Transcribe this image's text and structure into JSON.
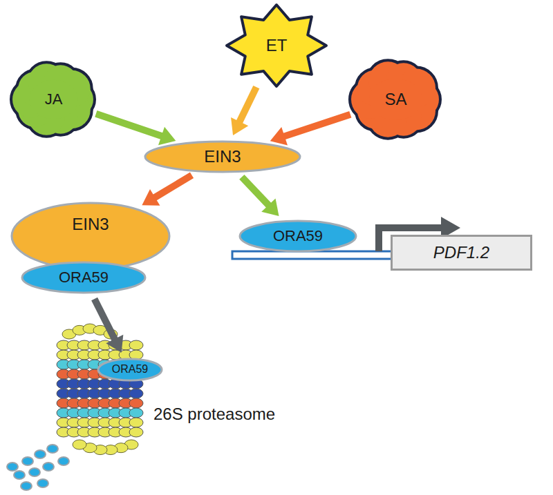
{
  "diagram": {
    "nodes": [
      {
        "text": [
          "JA"
        ]
      },
      {
        "text": [
          "ET"
        ]
      },
      {
        "text": [
          "SA"
        ]
      },
      {
        "text": [
          "EIN3"
        ]
      },
      {
        "text": [
          "EIN3"
        ]
      },
      {
        "text": [
          "ORA59"
        ]
      },
      {
        "text": [
          "ORA59"
        ]
      },
      {
        "text": [
          "PDF1.2"
        ]
      },
      {
        "text": [
          "ORA59"
        ]
      }
    ],
    "edges": [
      {
        "from": 0,
        "to": 3,
        "arrow": "to"
      },
      {
        "from": 1,
        "to": 3,
        "arrow": "to"
      },
      {
        "from": 2,
        "to": 3,
        "arrow": "to"
      },
      {
        "from": 3,
        "to": 4,
        "arrow": "to"
      },
      {
        "from": 3,
        "to": 6,
        "arrow": "to"
      },
      {
        "from": 5,
        "to": 8,
        "arrow": "to"
      }
    ],
    "labels": [
      "26S proteasome"
    ]
  }
}
